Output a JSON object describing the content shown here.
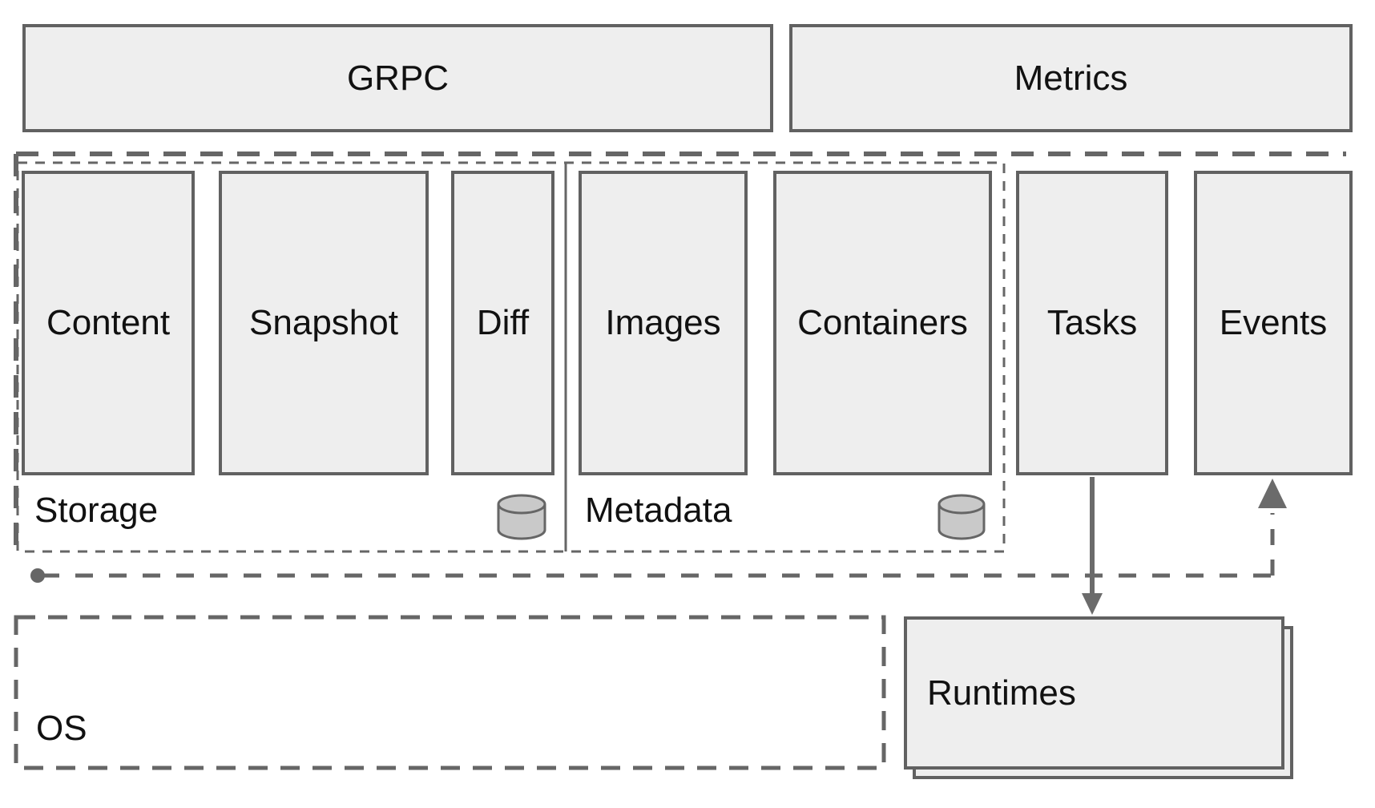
{
  "title": "containerd architecture diagram",
  "top_row": {
    "grpc_label": "GRPC",
    "metrics_label": "Metrics"
  },
  "storage_section": {
    "label": "Storage",
    "boxes": [
      "Content",
      "Snapshot",
      "Diff"
    ],
    "icon": "database-cylinder"
  },
  "metadata_section": {
    "label": "Metadata",
    "boxes": [
      "Images",
      "Containers"
    ],
    "icon": "database-cylinder"
  },
  "right_services": {
    "tasks_label": "Tasks",
    "events_label": "Events"
  },
  "bottom_row": {
    "os_label": "OS",
    "runtimes_label": "Runtimes"
  },
  "colors": {
    "background": "#ffffff",
    "box_fill": "#eeeeee",
    "box_border": "#616161",
    "dashed_line": "#666666",
    "connector": "#666666",
    "cylinder_fill": "#c9c9c9",
    "cylinder_border": "#666666",
    "text": "#111111"
  }
}
